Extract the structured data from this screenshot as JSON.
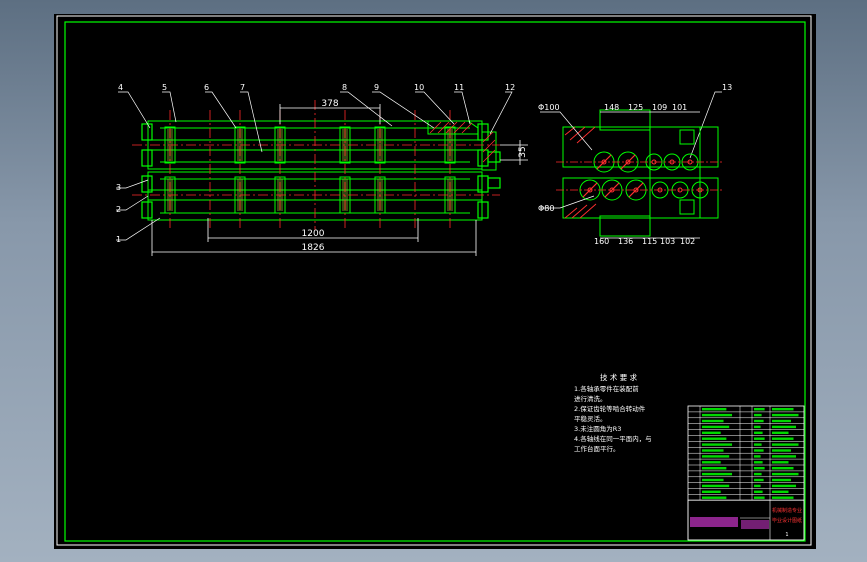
{
  "colors": {
    "background": "#000000",
    "frame": "#ffffff",
    "border": "#00ff00",
    "part": "#00ff00",
    "centerline": "#ff2a2a",
    "dimension": "#ffffff",
    "hatch": "#ff3030",
    "title_red": "#ff3333",
    "title_magenta": "#ff44ff"
  },
  "part_numbers": [
    "4",
    "5",
    "6",
    "7",
    "8",
    "9",
    "10",
    "11",
    "12",
    "3",
    "2",
    "1",
    "13"
  ],
  "dimensions": {
    "pitch": "378",
    "inner_length": "1200",
    "overall_length": "1826",
    "side_offset": "35"
  },
  "section": {
    "top_diameter": "Φ100",
    "bottom_diameter": "Φ80",
    "top_dims": [
      "148",
      "125",
      "109",
      "101"
    ],
    "bottom_dims": [
      "160",
      "136",
      "115",
      "103",
      "102"
    ]
  },
  "tech_requirements": {
    "title": "技 术 要 求",
    "lines": [
      "1.各轴承零件在装配前",
      "进行清洗。",
      "2.保证齿轮等啮合转动件",
      "平稳灵活。",
      "3.未注圆角为R3",
      "4.各轴线在同一平面内，与",
      "工作台面平行。"
    ]
  },
  "title_block": {
    "stamp_line1": "机械制造专业",
    "stamp_line2": "毕业设计图纸",
    "sheet": "1"
  }
}
